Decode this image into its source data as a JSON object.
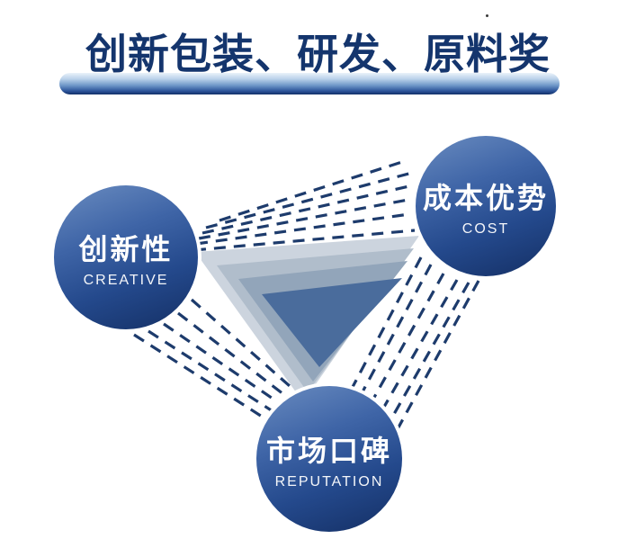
{
  "title": {
    "text": "创新包装、研发、原料奖"
  },
  "nodes": {
    "creative": {
      "zh": "创新性",
      "en": "CREATIVE"
    },
    "cost": {
      "zh": "成本优势",
      "en": "COST"
    },
    "reputation": {
      "zh": "市场口碑",
      "en": "REPUTATION"
    }
  },
  "colors": {
    "title_text": "#14356d",
    "underline_gradient_top": "#eaf2fa",
    "underline_gradient_bottom": "#122f68",
    "circle_gradient_top": "#6a8cc0",
    "circle_gradient_bottom": "#142f64",
    "circle_halo": "#ffffff",
    "dash_line": "#1d3b6c",
    "triangle_layers": [
      "#ccd4de",
      "#b0bdcb",
      "#92a5ba",
      "#4a6c9c"
    ]
  }
}
